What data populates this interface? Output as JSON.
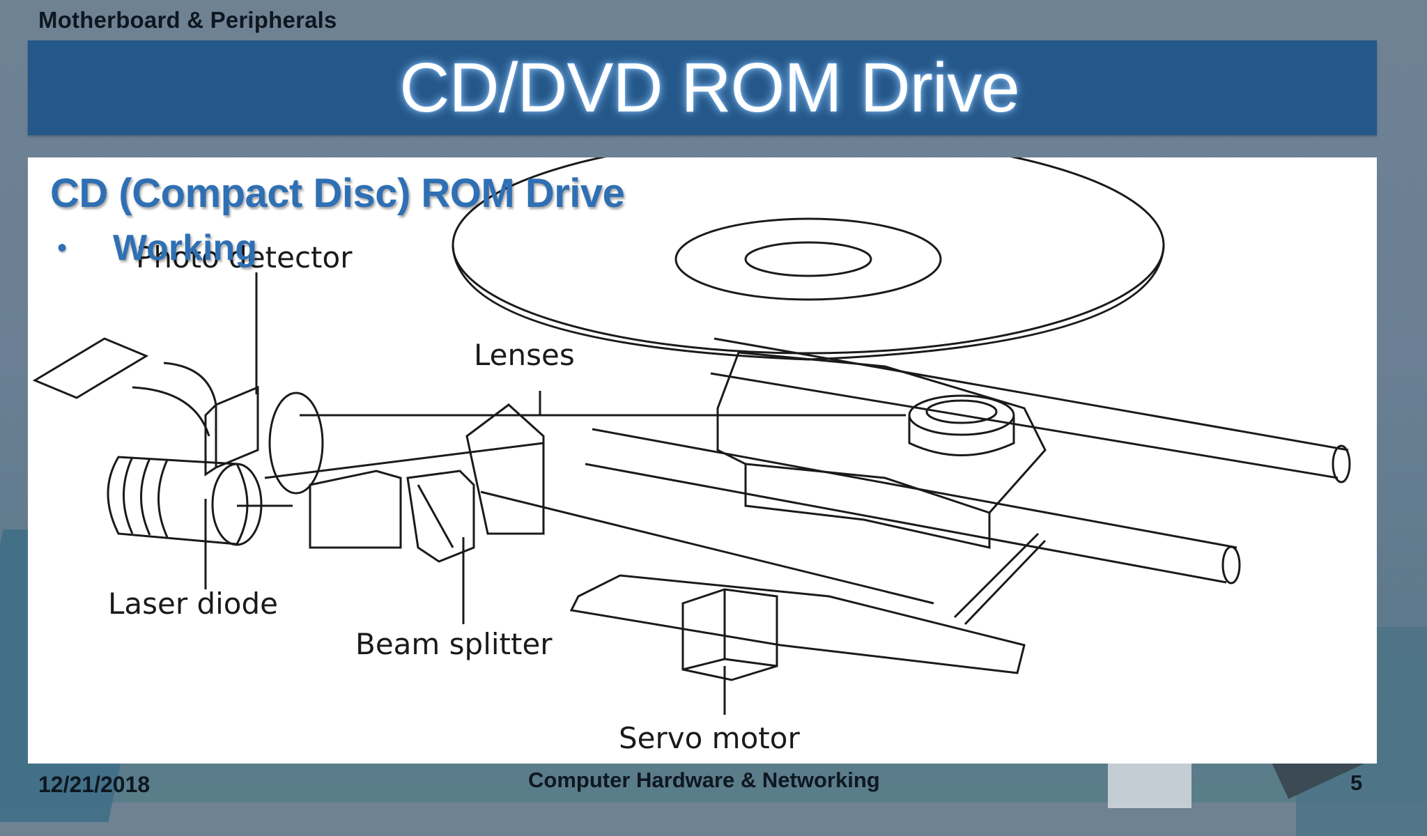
{
  "slide": {
    "section_header": "Motherboard & Peripherals",
    "title": "CD/DVD ROM Drive",
    "subtitle": "CD (Compact Disc) ROM Drive",
    "bullet": "Working"
  },
  "diagram": {
    "labels": {
      "photo_detector": "Photo detector",
      "lenses": "Lenses",
      "laser_diode": "Laser diode",
      "beam_splitter": "Beam splitter",
      "servo_motor": "Servo motor"
    }
  },
  "footer": {
    "date": "12/21/2018",
    "course": "Computer Hardware & Networking",
    "page_number": "5"
  },
  "colors": {
    "title_bar": "#24578a",
    "heading_blue": "#2f6fb4",
    "background": "#6a7f93"
  }
}
